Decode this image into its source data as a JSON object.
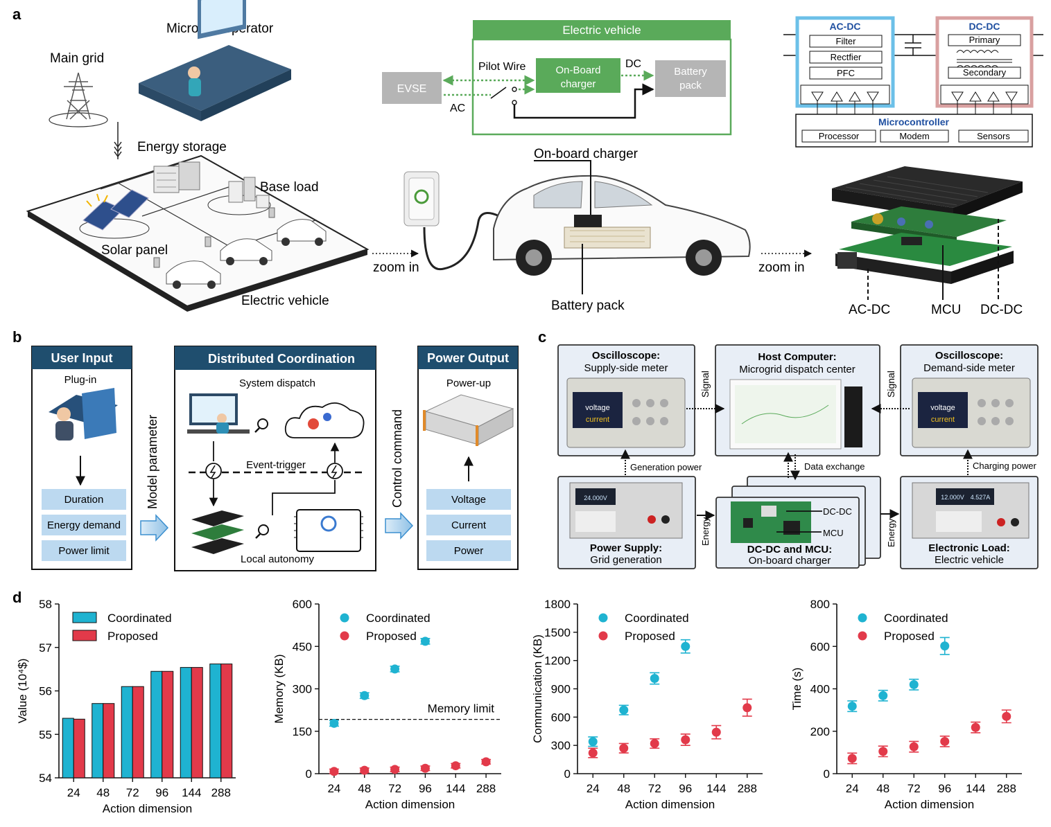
{
  "panel_a": {
    "label": "a",
    "main_grid": "Main grid",
    "microgrid_operator": "Microgrid operator",
    "energy_storage": "Energy storage",
    "base_load": "Base load",
    "solar_panel": "Solar panel",
    "electric_vehicle": "Electric vehicle",
    "zoom_in_1": "zoom in",
    "zoom_in_2": "zoom in",
    "on_board_charger": "On-board charger",
    "battery_pack": "Battery pack",
    "acdc": "AC-DC",
    "mcu": "MCU",
    "dcdc": "DC-DC",
    "ev_schematic": {
      "title": "Electric vehicle",
      "evse": "EVSE",
      "pilot_wire": "Pilot Wire",
      "ac": "AC",
      "dc": "DC",
      "obc": "On-Board charger",
      "battery": "Battery pack"
    },
    "circuit": {
      "acdc_title": "AC-DC",
      "filter": "Filter",
      "rectifier": "Rectfier",
      "pfc": "PFC",
      "dcdc_title": "DC-DC",
      "primary": "Primary",
      "secondary": "Secondary",
      "microcontroller": "Microcontroller",
      "processor": "Processor",
      "modem": "Modem",
      "sensors": "Sensors"
    }
  },
  "panel_b": {
    "label": "b",
    "user_input": {
      "title": "User Input",
      "sub": "Plug-in",
      "items": [
        "Duration",
        "Energy demand",
        "Power limit"
      ]
    },
    "model_parameter": "Model parameter",
    "coordination": {
      "title": "Distributed Coordination",
      "system_dispatch": "System dispatch",
      "event_trigger": "Event-trigger",
      "local_autonomy": "Local autonomy"
    },
    "control_command": "Control command",
    "power_output": {
      "title": "Power Output",
      "sub": "Power-up",
      "items": [
        "Voltage",
        "Current",
        "Power"
      ]
    }
  },
  "panel_c": {
    "label": "c",
    "osc_supply": {
      "title": "Oscilloscope:",
      "sub": "Supply-side meter"
    },
    "host": {
      "title": "Host Computer:",
      "sub": "Microgrid dispatch center"
    },
    "osc_demand": {
      "title": "Oscilloscope:",
      "sub": "Demand-side meter"
    },
    "signal_1": "Signal",
    "signal_2": "Signal",
    "generation_power": "Generation power",
    "data_exchange": "Data exchange",
    "charging_power": "Charging power",
    "energy_1": "Energy",
    "energy_2": "Energy",
    "power_supply": {
      "title": "Power Supply:",
      "sub": "Grid generation"
    },
    "dcdc_mcu": {
      "title": "DC-DC and MCU:",
      "sub": "On-board charger",
      "dcdc": "DC-DC",
      "mcu": "MCU"
    },
    "load": {
      "title": "Electronic Load:",
      "sub": "Electric vehicle"
    },
    "scope_voltage": "voltage",
    "scope_current": "current",
    "ps_readout": "24.000V",
    "load_readout_v": "12.000V",
    "load_readout_a": "4.527A"
  },
  "panel_d": {
    "label": "d"
  },
  "colors": {
    "teal": "#1fb3d1",
    "red": "#e23a4a",
    "navy": "#1f4e6e",
    "lightblue": "#bcd9f0",
    "green": "#5aaa5a",
    "grey": "#b5b5b5"
  },
  "chart_data": [
    {
      "type": "bar",
      "categories": [
        "24",
        "48",
        "72",
        "96",
        "144",
        "288"
      ],
      "series": [
        {
          "name": "Coordinated",
          "values": [
            55.37,
            55.71,
            56.1,
            56.45,
            56.54,
            56.62
          ]
        },
        {
          "name": "Proposed",
          "values": [
            55.35,
            55.71,
            56.1,
            56.45,
            56.54,
            56.62
          ]
        }
      ],
      "xlabel": "Action dimension",
      "ylabel": "Value (10⁴$)",
      "ylim": [
        54,
        58
      ],
      "yticks": [
        54,
        55,
        56,
        57,
        58
      ],
      "legend": "top-left"
    },
    {
      "type": "scatter",
      "categories": [
        "24",
        "48",
        "72",
        "96",
        "144",
        "288"
      ],
      "series": [
        {
          "name": "Coordinated",
          "values": [
            178,
            276,
            370,
            468,
            null,
            null
          ],
          "errors": [
            10,
            10,
            10,
            10,
            null,
            null
          ]
        },
        {
          "name": "Proposed",
          "values": [
            8,
            12,
            15,
            19,
            28,
            42
          ],
          "errors": [
            8,
            8,
            8,
            8,
            8,
            8
          ]
        }
      ],
      "xlabel": "Action dimension",
      "ylabel": "Memory (KB)",
      "ylim": [
        0,
        600
      ],
      "yticks": [
        0,
        150,
        300,
        450,
        600
      ],
      "reference_line": {
        "value": 192,
        "label": "Memory limit"
      },
      "legend": "top-left"
    },
    {
      "type": "scatter",
      "categories": [
        "24",
        "48",
        "72",
        "96",
        "144",
        "288"
      ],
      "series": [
        {
          "name": "Coordinated",
          "values": [
            340,
            675,
            1010,
            1350,
            null,
            null
          ],
          "errors": [
            50,
            50,
            60,
            70,
            null,
            null
          ]
        },
        {
          "name": "Proposed",
          "values": [
            220,
            270,
            320,
            360,
            440,
            700
          ],
          "errors": [
            50,
            50,
            50,
            60,
            70,
            90
          ]
        }
      ],
      "xlabel": "Action dimension",
      "ylabel": "Communication (KB)",
      "ylim": [
        0,
        1800
      ],
      "yticks": [
        0,
        300,
        600,
        900,
        1200,
        1500,
        1800
      ],
      "legend": "top-left"
    },
    {
      "type": "scatter",
      "categories": [
        "24",
        "48",
        "72",
        "96",
        "144",
        "288"
      ],
      "series": [
        {
          "name": "Coordinated",
          "values": [
            318,
            368,
            420,
            602,
            null,
            null
          ],
          "errors": [
            25,
            25,
            25,
            40,
            null,
            null
          ]
        },
        {
          "name": "Proposed",
          "values": [
            72,
            105,
            127,
            152,
            218,
            270
          ],
          "errors": [
            25,
            25,
            25,
            25,
            25,
            30
          ]
        }
      ],
      "xlabel": "Action dimension",
      "ylabel": "Time (s)",
      "ylim": [
        0,
        800
      ],
      "yticks": [
        0,
        200,
        400,
        600,
        800
      ],
      "legend": "top-left"
    }
  ]
}
